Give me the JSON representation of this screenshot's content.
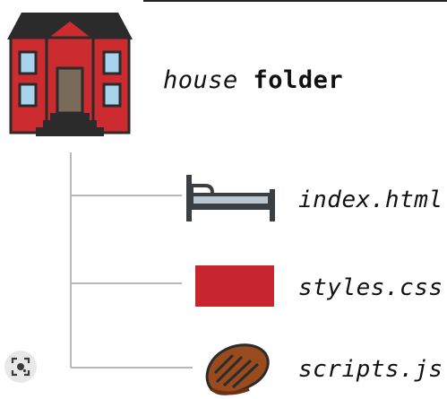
{
  "root": {
    "name": "house",
    "kind": "folder",
    "icon": "house-icon"
  },
  "files": [
    {
      "name": "index.html",
      "icon": "bed-icon"
    },
    {
      "name": "styles.css",
      "icon": "red-rectangle-icon"
    },
    {
      "name": "scripts.js",
      "icon": "steak-icon"
    }
  ],
  "colors": {
    "house_red": "#cc2b2f",
    "roof": "#2b2b2b",
    "window": "#a7d4ec",
    "door": "#7a6a5a",
    "bed_frame": "#3a3f44",
    "bed_mattress": "#b8c7d2",
    "css_block": "#c7262f",
    "steak": "#9a4b1e",
    "tree_line": "#b8b8b8"
  },
  "overlay": {
    "lens_icon": "visual-search-icon"
  }
}
